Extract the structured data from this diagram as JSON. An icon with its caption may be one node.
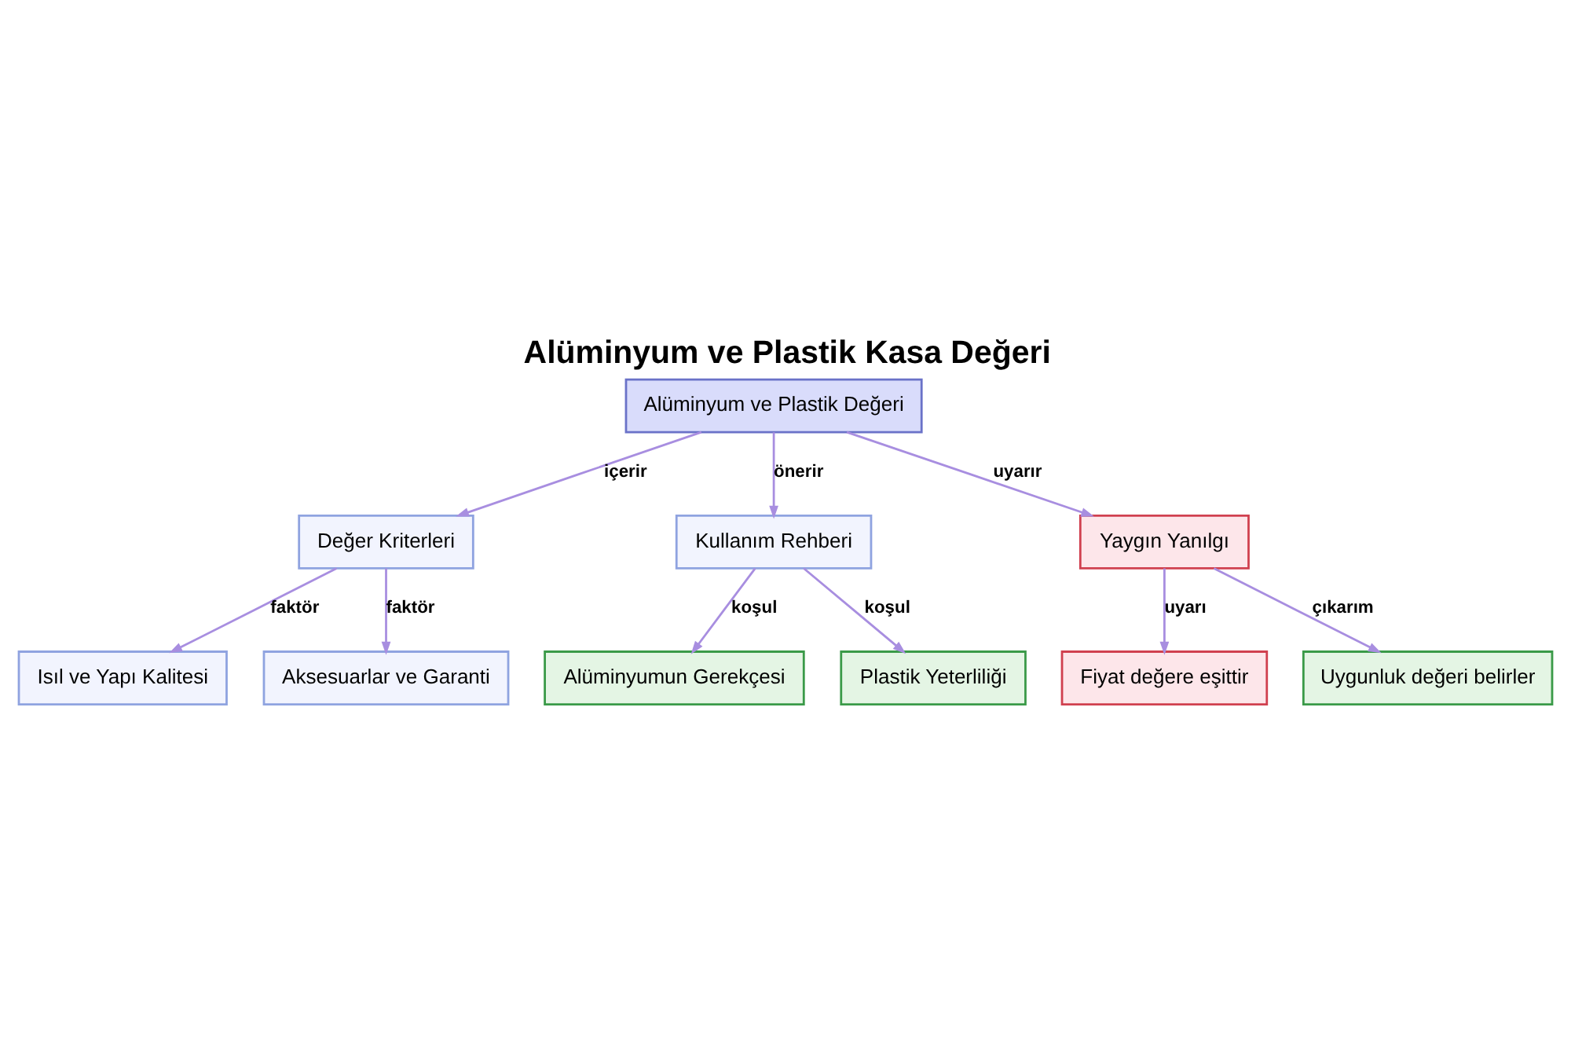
{
  "diagram": {
    "title": "Alüminyum ve Plastik Kasa Değeri",
    "nodes": [
      {
        "text": [
          "Alüminyum ve Plastik Değeri"
        ]
      },
      {
        "text": [
          "Değer Kriterleri"
        ]
      },
      {
        "text": [
          "Kullanım Rehberi"
        ]
      },
      {
        "text": [
          "Yaygın Yanılgı"
        ]
      },
      {
        "text": [
          "Isıl ve Yapı Kalitesi"
        ]
      },
      {
        "text": [
          "Aksesuarlar ve Garanti"
        ]
      },
      {
        "text": [
          "Alüminyumun Gerekçesi"
        ]
      },
      {
        "text": [
          "Plastik Yeterliliği"
        ]
      },
      {
        "text": [
          "Fiyat değere eşittir"
        ]
      },
      {
        "text": [
          "Uygunluk değeri belirler"
        ]
      }
    ],
    "edges": [
      {
        "from": 0,
        "to": 1,
        "arrow": "to",
        "label": "içerir"
      },
      {
        "from": 0,
        "to": 2,
        "arrow": "to",
        "label": "önerir"
      },
      {
        "from": 0,
        "to": 3,
        "arrow": "to",
        "label": "uyarır"
      },
      {
        "from": 1,
        "to": 4,
        "arrow": "to",
        "label": "faktör"
      },
      {
        "from": 1,
        "to": 5,
        "arrow": "to",
        "label": "faktör"
      },
      {
        "from": 2,
        "to": 6,
        "arrow": "to",
        "label": "koşul"
      },
      {
        "from": 2,
        "to": 7,
        "arrow": "to",
        "label": "koşul"
      },
      {
        "from": 3,
        "to": 8,
        "arrow": "to",
        "label": "uyarı"
      },
      {
        "from": 3,
        "to": 9,
        "arrow": "to",
        "label": "çıkarım"
      }
    ]
  }
}
